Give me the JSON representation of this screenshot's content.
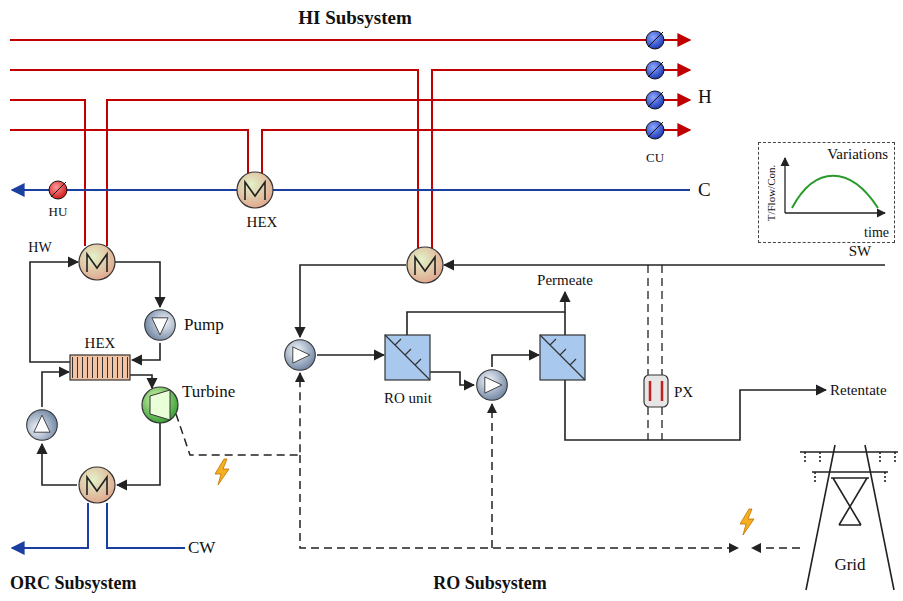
{
  "diagram": {
    "nodes": [
      {
        "text": [
          "Variations",
          "T/Flow/Con.",
          "time"
        ]
      }
    ],
    "labels": [
      "HI Subsystem",
      "H",
      "C",
      "CU",
      "HU",
      "HEX",
      "HW",
      "HEX",
      "Pump",
      "Turbine",
      "CW",
      "ORC Subsystem",
      "Permeate",
      "SW",
      "RO unit",
      "PX",
      "Retentate",
      "RO Subsystem",
      "Grid"
    ]
  }
}
